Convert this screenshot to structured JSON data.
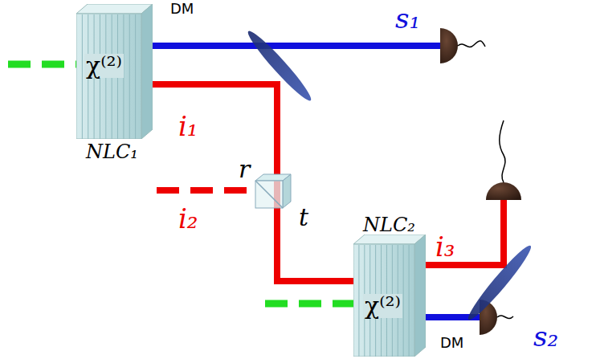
{
  "diagram": {
    "nodes": [
      {
        "text": [
          "χ⁽²⁾",
          "NLC₁"
        ]
      },
      {
        "text": [
          "χ⁽²⁾",
          "NLC₂"
        ]
      }
    ],
    "edges": [
      {
        "from": 0,
        "to": 1,
        "arrow": "none",
        "label": "i₁"
      }
    ],
    "labels": [
      "DM",
      "s₁",
      "r",
      "i₂",
      "t",
      "i₃",
      "DM",
      "s₂"
    ]
  }
}
